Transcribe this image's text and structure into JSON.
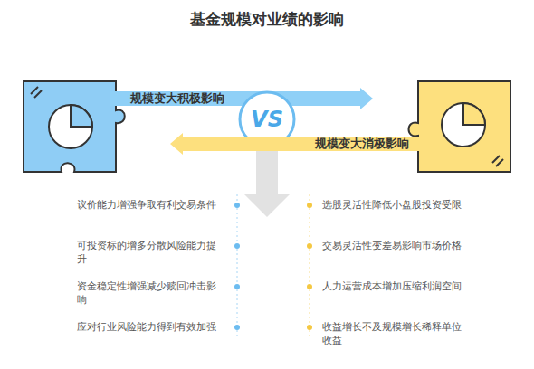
{
  "diagram": {
    "title": "基金规模对业绩的影响",
    "nodes": [
      {
        "text": [
          "规模变大积极影响"
        ]
      },
      {
        "text": [
          "VS"
        ]
      },
      {
        "text": [
          "规模变大消极影响"
        ]
      }
    ],
    "labels": [
      "议价能力增强争取有利交易条件",
      "可投资标的增多分散风险能力提升",
      "资金稳定性增强减少赎回冲击影响",
      "应对行业风险能力得到有效加强",
      "选股灵活性降低小盘股投资受限",
      "交易灵活性变差易影响市场价格",
      "人力运营成本增加压缩利润空间",
      "收益增长不及规模增长稀释单位收益"
    ]
  }
}
